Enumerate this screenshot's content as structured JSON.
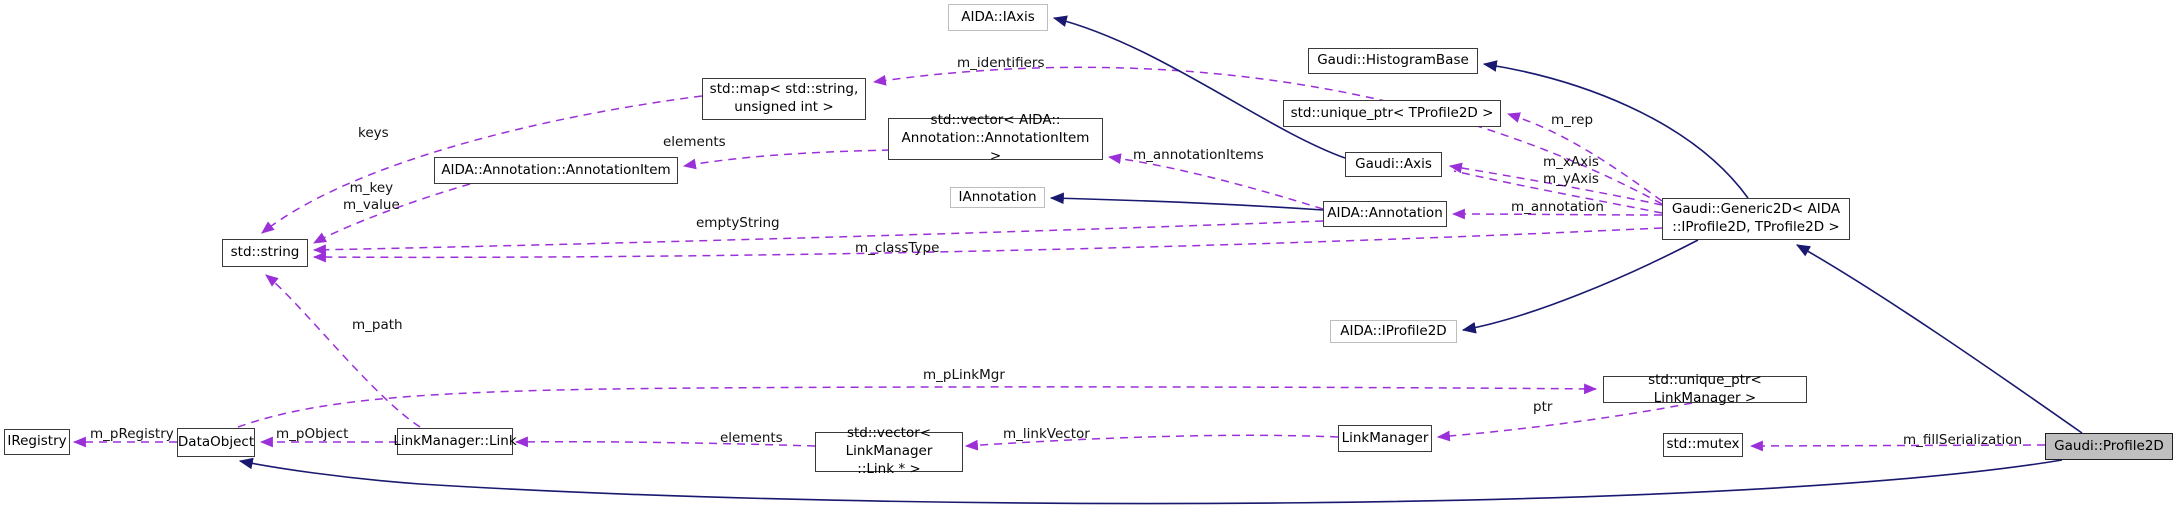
{
  "diagram": {
    "colors": {
      "usage_edge": "#9B30D9",
      "inheritance_edge": "#191970",
      "node_border": "#3a3a3a",
      "node_border_external": "#BEBEBE",
      "highlight_fill": "#BFBFBF",
      "background": "#ffffff"
    },
    "nodes": {
      "aida_iaxis": {
        "label": "AIDA::IAxis"
      },
      "histogram_base": {
        "label": "Gaudi::HistogramBase"
      },
      "std_map": {
        "label": "std::map< std::string,\nunsigned int >"
      },
      "vector_annotation": {
        "label": "std::vector< AIDA::\nAnnotation::AnnotationItem >"
      },
      "annotation_item": {
        "label": "AIDA::Annotation::AnnotationItem"
      },
      "uptr_tprofile": {
        "label": "std::unique_ptr< TProfile2D >"
      },
      "gaudi_axis": {
        "label": "Gaudi::Axis"
      },
      "iannotation": {
        "label": "IAnnotation"
      },
      "aida_annotation": {
        "label": "AIDA::Annotation"
      },
      "generic2d": {
        "label": "Gaudi::Generic2D< AIDA\n::IProfile2D, TProfile2D >"
      },
      "std_string": {
        "label": "std::string"
      },
      "aida_iprofile2d": {
        "label": "AIDA::IProfile2D"
      },
      "uptr_linkmanager": {
        "label": "std::unique_ptr< LinkManager >"
      },
      "iregistry": {
        "label": "IRegistry"
      },
      "dataobject": {
        "label": "DataObject"
      },
      "link": {
        "label": "LinkManager::Link"
      },
      "vector_link": {
        "label": "std::vector< LinkManager\n::Link * >"
      },
      "linkmanager": {
        "label": "LinkManager"
      },
      "std_mutex": {
        "label": "std::mutex"
      },
      "profile2d": {
        "label": "Gaudi::Profile2D"
      }
    },
    "edge_labels": {
      "m_identifiers": {
        "text": "m_identifiers"
      },
      "keys": {
        "text": "keys"
      },
      "elements_top": {
        "text": "elements"
      },
      "m_key_value": {
        "text": "m_key\nm_value"
      },
      "m_annotationItems": {
        "text": "m_annotationItems"
      },
      "m_rep": {
        "text": "m_rep"
      },
      "m_xaxis_yaxis": {
        "text": "m_xAxis\nm_yAxis"
      },
      "m_annotation": {
        "text": "m_annotation"
      },
      "emptyString": {
        "text": "emptyString"
      },
      "m_classType": {
        "text": "m_classType"
      },
      "m_path": {
        "text": "m_path"
      },
      "m_pLinkMgr": {
        "text": "m_pLinkMgr"
      },
      "m_pRegistry": {
        "text": "m_pRegistry"
      },
      "m_pObject": {
        "text": "m_pObject"
      },
      "elements_bottom": {
        "text": "elements"
      },
      "m_linkVector": {
        "text": "m_linkVector"
      },
      "ptr": {
        "text": "ptr"
      },
      "m_fillSerialization": {
        "text": "m_fillSerialization"
      }
    }
  }
}
